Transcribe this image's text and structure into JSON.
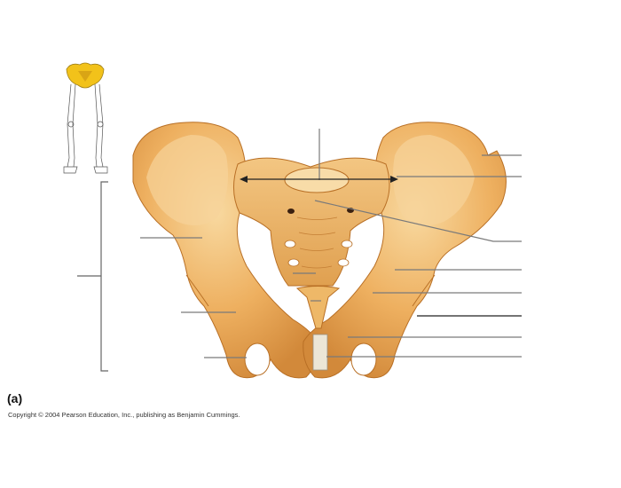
{
  "figure": {
    "panel_label": "(a)",
    "copyright": "Copyright © 2004 Pearson Education, Inc., publishing as Benjamin Cummings.",
    "subject": "Pelvis (anterior view)",
    "thumbnail": {
      "description": "Skeleton of lower limbs with pelvis highlighted",
      "highlight_color": "#f2c21a"
    },
    "bone_color": "#e8a24a",
    "bone_highlight": "#f6cf85",
    "bone_shadow": "#c9782a",
    "leader_line_color": "#7a7a7a",
    "labels": {
      "count": 13,
      "left_leaders": 4,
      "right_leaders": 8,
      "top_leaders": 1,
      "bracket": true,
      "text": []
    }
  }
}
